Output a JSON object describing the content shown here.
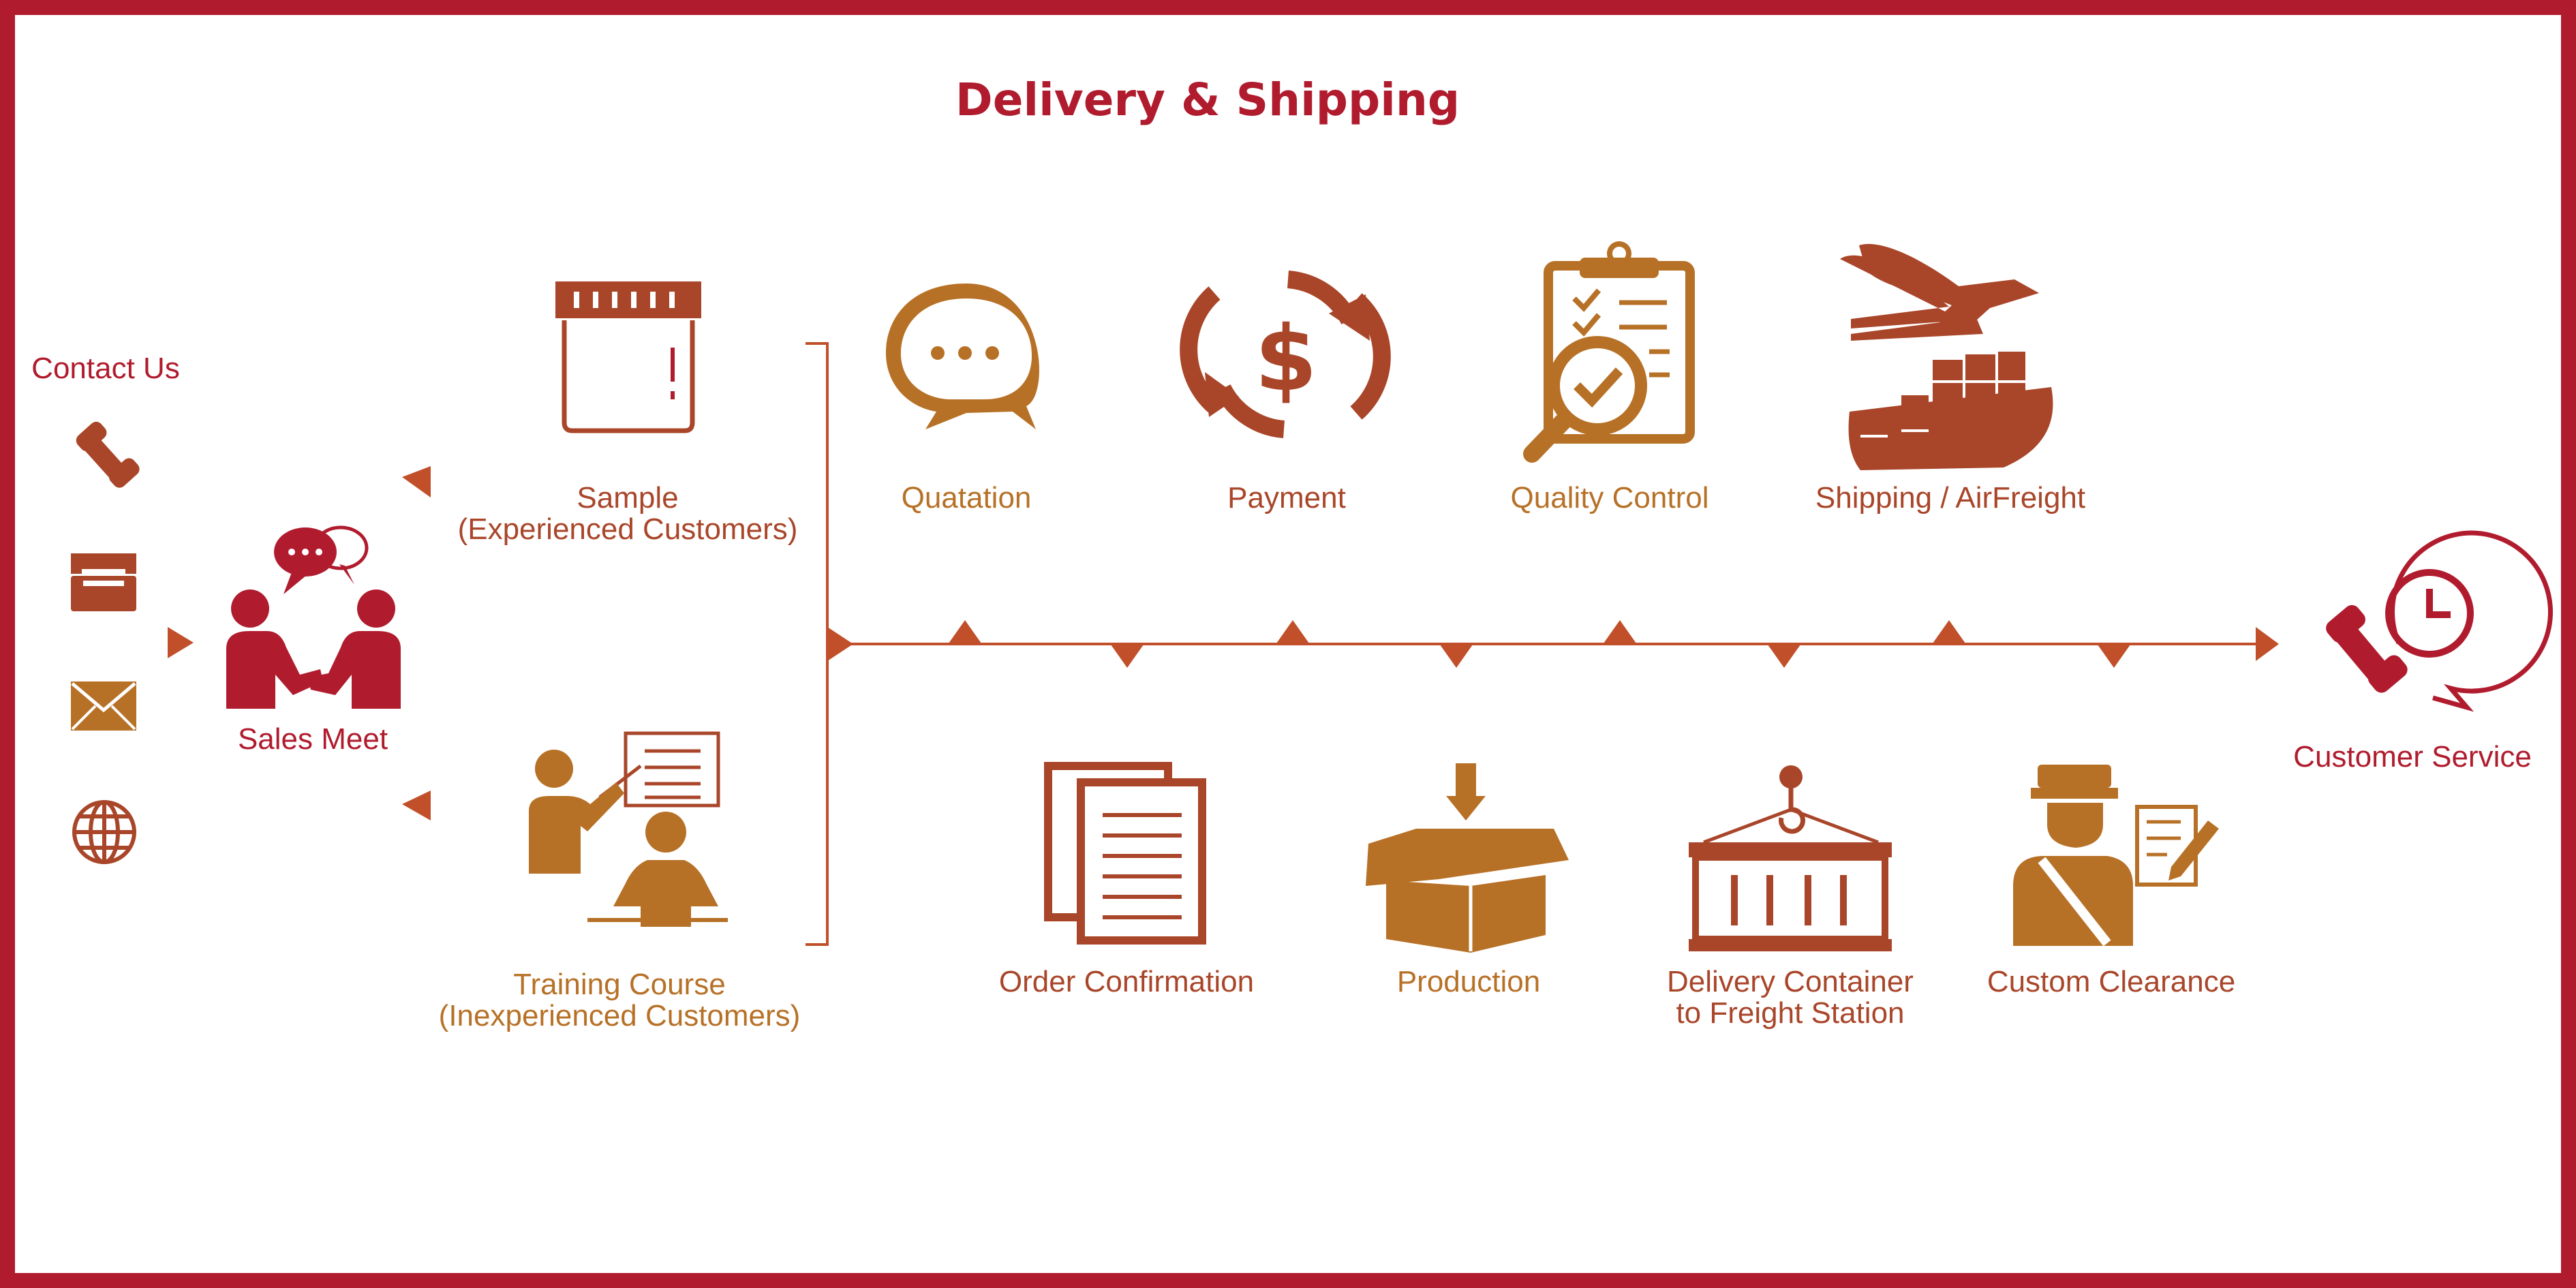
{
  "title": "Delivery & Shipping",
  "colors": {
    "border": "#b01c2e",
    "red": "#b01c2e",
    "rust": "#a9462a",
    "orange": "#b77127",
    "timeline": "#c1502a"
  },
  "contact": {
    "heading": "Contact Us",
    "icons": [
      "phone-icon",
      "fax-icon",
      "mail-icon",
      "globe-icon"
    ]
  },
  "sales_meet": {
    "label": "Sales Meet",
    "icon": "handshake-chat-icon"
  },
  "sample": {
    "line1": "Sample",
    "line2": "(Experienced Customers)",
    "icon": "sample-jar-icon"
  },
  "training": {
    "line1": "Training Course",
    "line2": "(Inexperienced Customers)",
    "icon": "teacher-presentation-icon"
  },
  "steps_top": [
    {
      "label": "Quatation",
      "icon": "speech-bubble-icon"
    },
    {
      "label": "Payment",
      "icon": "dollar-cycle-icon"
    },
    {
      "label": "Quality Control",
      "icon": "clipboard-magnifier-icon"
    },
    {
      "label": "Shipping / AirFreight",
      "icon": "plane-ship-icon"
    }
  ],
  "steps_bottom": [
    {
      "label": "Order Confirmation",
      "icon": "documents-icon"
    },
    {
      "label": "Production",
      "icon": "open-box-icon"
    },
    {
      "line1": "Delivery Container",
      "line2": "to Freight Station",
      "icon": "container-hook-icon"
    },
    {
      "label": "Custom Clearance",
      "icon": "customs-officer-icon"
    }
  ],
  "customer_service": {
    "label": "Customer Service",
    "icon": "phone-clock-bubble-icon"
  }
}
